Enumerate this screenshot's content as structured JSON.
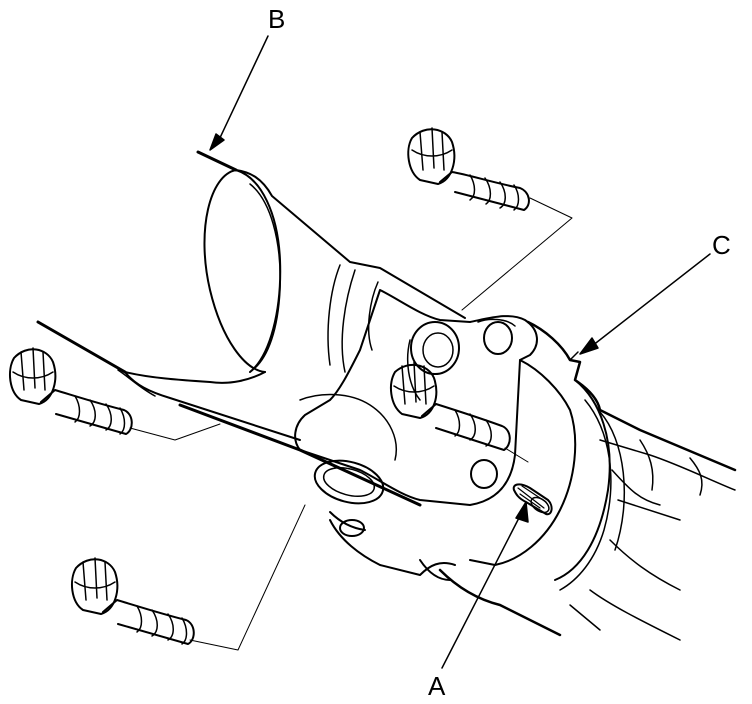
{
  "labels": {
    "a": "A",
    "b": "B",
    "c": "C"
  },
  "colors": {
    "ink": "#000000",
    "paper": "#ffffff"
  },
  "parts": [
    "exhaust-pipe",
    "catalytic-converter-flange",
    "flange-bolt",
    "dowel-pin"
  ]
}
